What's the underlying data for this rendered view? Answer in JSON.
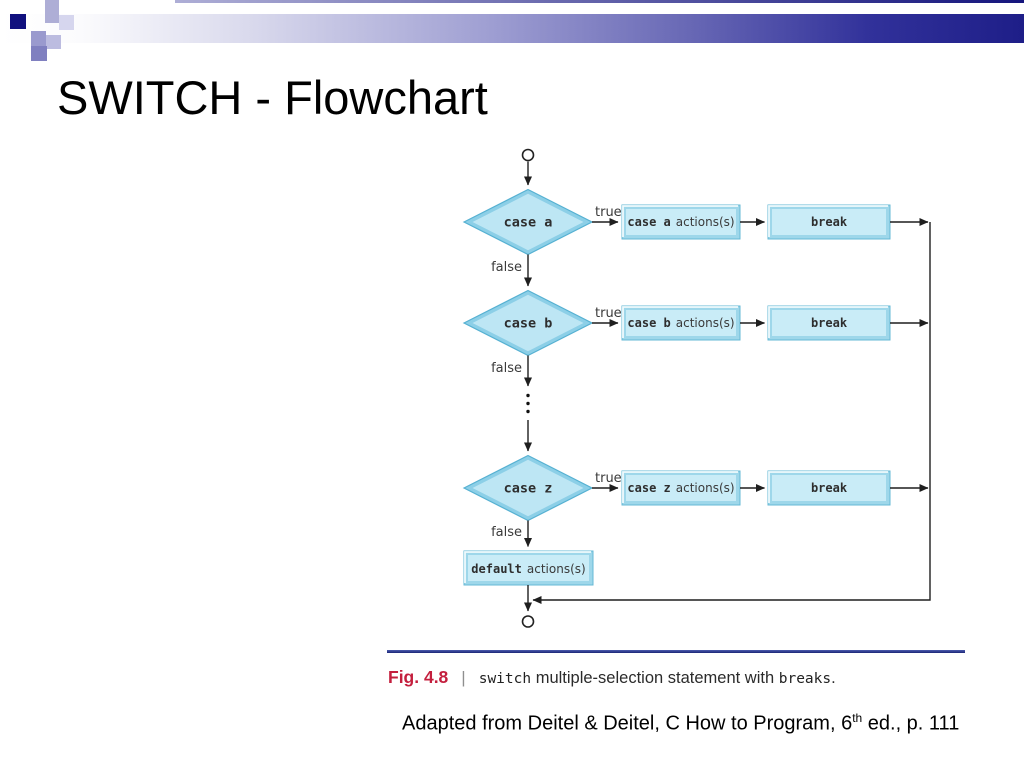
{
  "slide": {
    "title": "SWITCH - Flowchart",
    "attribution": {
      "prefix": "Adapted from Deitel & Deitel, C How to Program, 6",
      "superscript": "th",
      "suffix": " ed., p. 111"
    }
  },
  "caption": {
    "fig_label": "Fig. 4.8",
    "separator": "|",
    "code_switch": "switch",
    "middle_text": "multiple-selection statement with",
    "code_breaks": "breaks",
    "period": "."
  },
  "flowchart": {
    "labels": {
      "true_label": "true",
      "false_label": "false"
    },
    "decisions": [
      {
        "code": "case a"
      },
      {
        "code": "case b"
      },
      {
        "code": "case z"
      }
    ],
    "actions": [
      {
        "code": "case a",
        "plain": "actions(s)"
      },
      {
        "code": "case b",
        "plain": "actions(s)"
      },
      {
        "code": "case z",
        "plain": "actions(s)"
      }
    ],
    "break_label": "break",
    "default_action": {
      "code": "default",
      "plain": "actions(s)"
    }
  },
  "colors": {
    "banner_navy": "#1e1e88",
    "banner_lavender": "#9e9ed2",
    "shape_fill": "#c9ecf7",
    "shape_edge": "#66b8d5",
    "fig_label_red": "#c41f3e",
    "divider_blue": "#2c3a94",
    "line_black": "#1f1f1f"
  }
}
